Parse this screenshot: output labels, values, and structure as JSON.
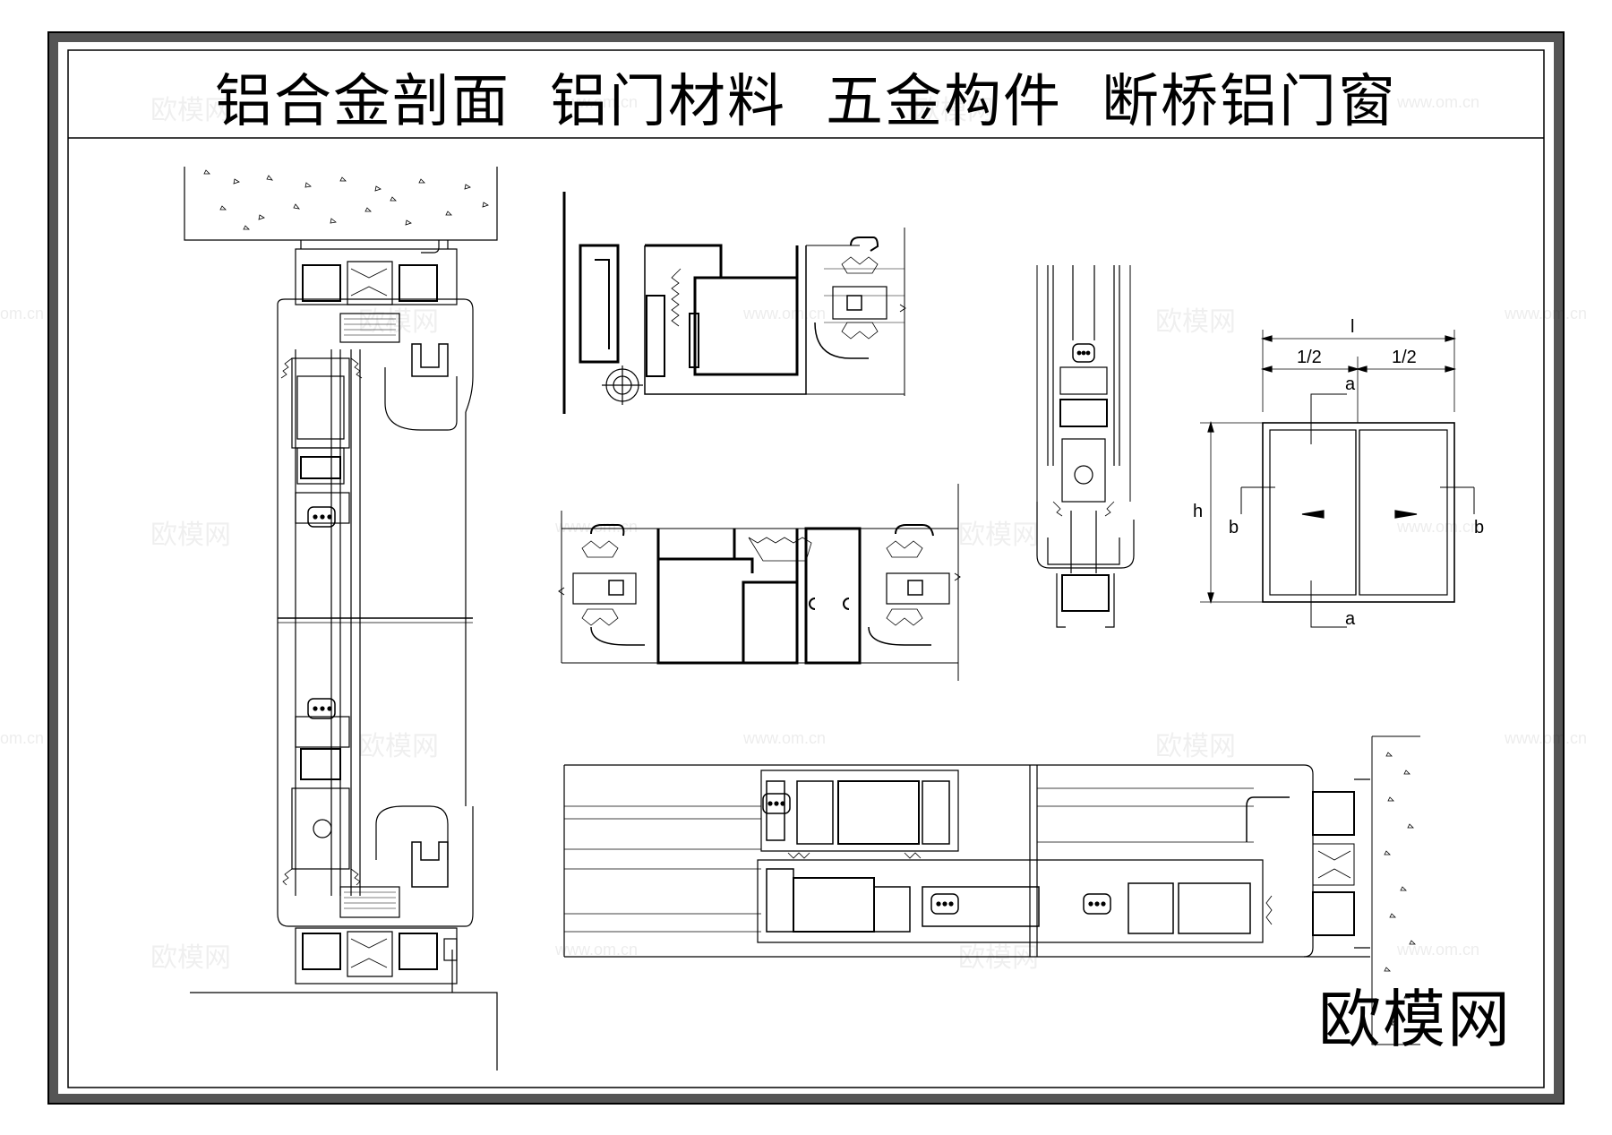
{
  "title": {
    "parts": [
      "铝合金剖面",
      "铝门材料",
      "五金构件",
      "断桥铝门窗"
    ]
  },
  "watermark": {
    "text": "欧模网",
    "url": "www.om.cn",
    "url_left": "om.cn"
  },
  "brand": "欧模网",
  "elevation": {
    "width_label": "l",
    "half_left": "1/2",
    "half_right": "1/2",
    "height_label": "h",
    "section_a_top": "a",
    "section_a_bottom": "a",
    "section_b_left": "b",
    "section_b_right": "b"
  }
}
